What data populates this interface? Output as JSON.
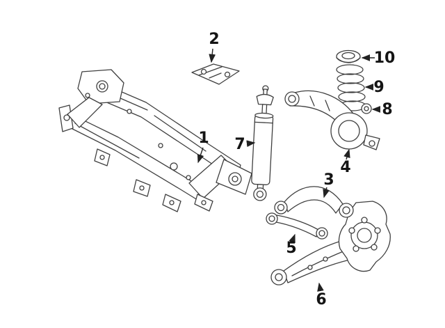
{
  "diagram": {
    "colors": {
      "background": "#ffffff",
      "line": "#3f3f3f",
      "label": "#141414"
    },
    "callouts": [
      {
        "label": "1",
        "part": "subframe-crossmember"
      },
      {
        "label": "2",
        "part": "crossmember-bracket"
      },
      {
        "label": "3",
        "part": "upper-control-arm"
      },
      {
        "label": "4",
        "part": "lower-control-arm-spring-seat"
      },
      {
        "label": "5",
        "part": "lateral-link"
      },
      {
        "label": "6",
        "part": "trailing-arm-with-knuckle"
      },
      {
        "label": "7",
        "part": "shock-absorber"
      },
      {
        "label": "8",
        "part": "spring-seat-ring"
      },
      {
        "label": "9",
        "part": "coil-spring"
      },
      {
        "label": "10",
        "part": "spring-upper-insulator"
      }
    ]
  }
}
